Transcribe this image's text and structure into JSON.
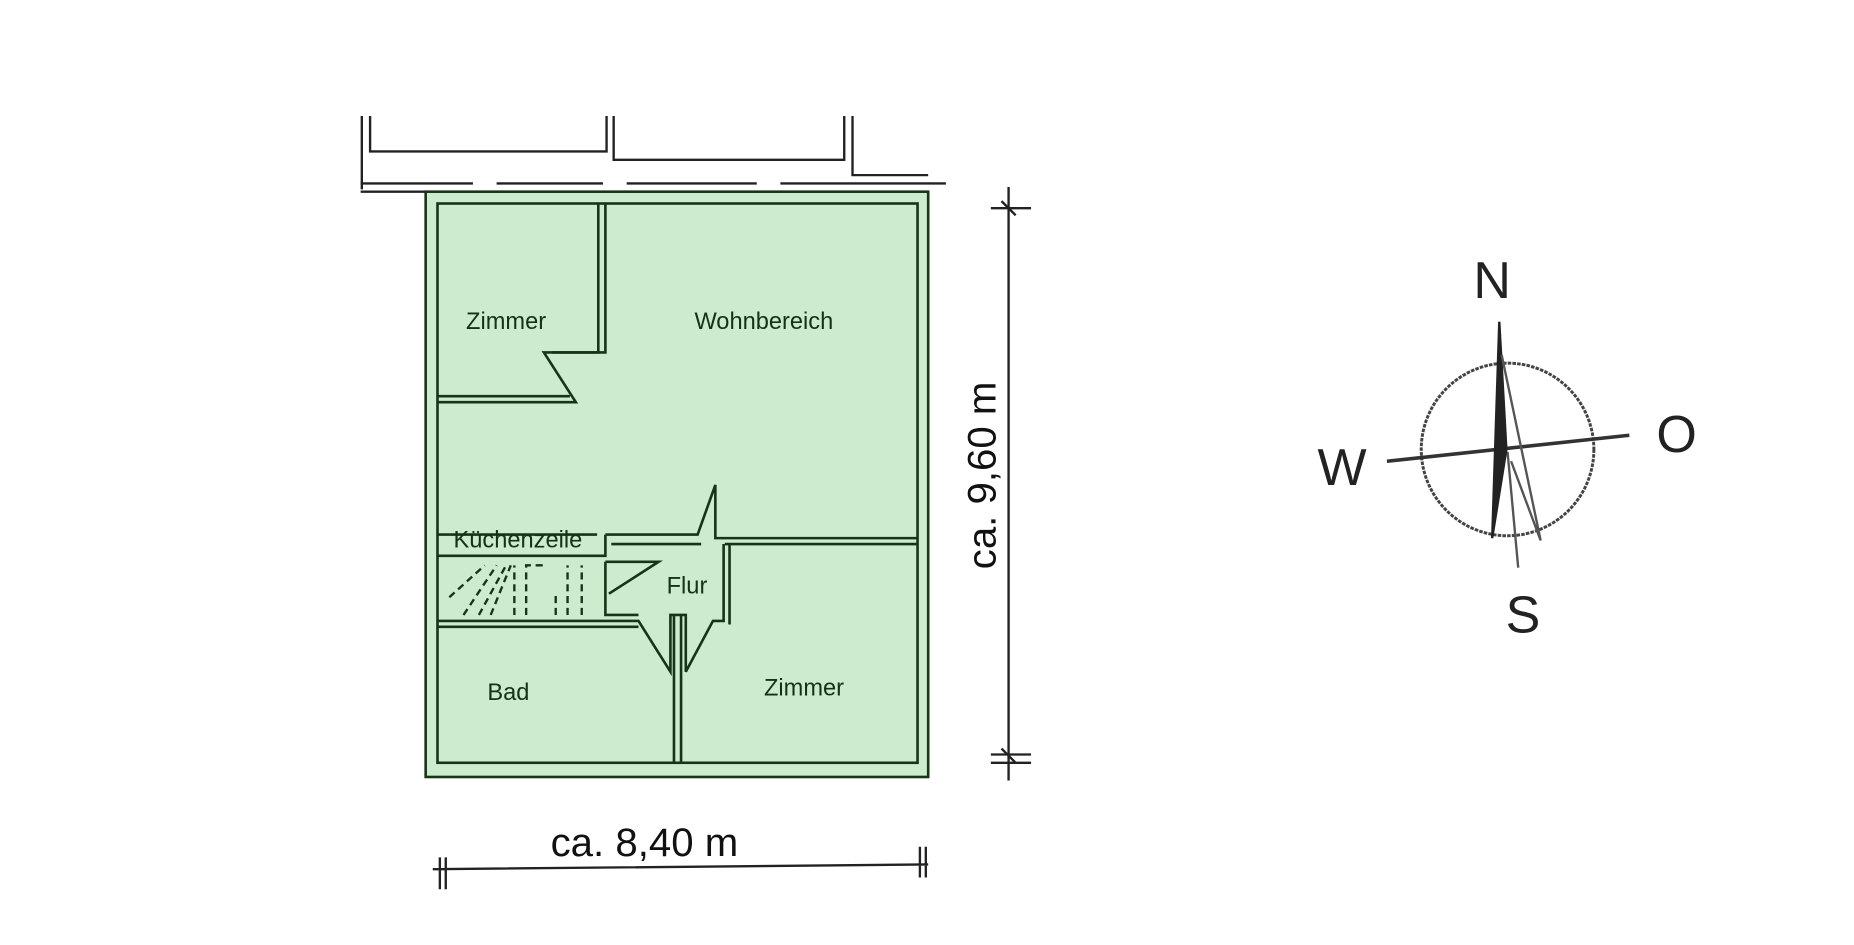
{
  "floorplan": {
    "rooms": {
      "zimmer_top": "Zimmer",
      "wohnbereich": "Wohnbereich",
      "kuechenzeile": "Küchenzeile",
      "flur": "Flur",
      "bad": "Bad",
      "zimmer_bottom": "Zimmer"
    },
    "dimensions": {
      "width": "ca. 8,40 m",
      "height": "ca. 9,60 m"
    },
    "fill_color": "#cdebcf"
  },
  "compass": {
    "north": "N",
    "south": "S",
    "west": "W",
    "east": "O"
  }
}
